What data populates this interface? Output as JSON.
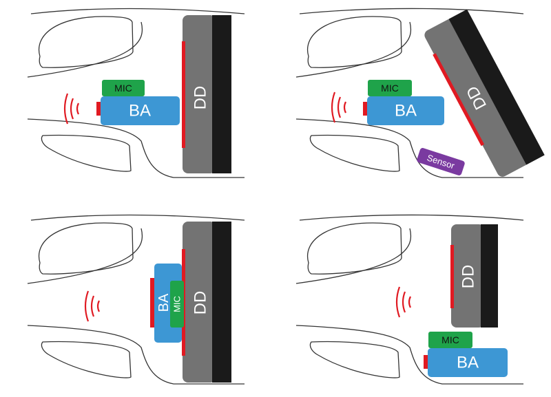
{
  "labels": {
    "mic": "MIC",
    "ba": "BA",
    "dd": "DD",
    "sensor": "Sensor"
  },
  "colors": {
    "outline": "#333333",
    "mic": "#1fa34a",
    "ba": "#3d97d4",
    "dd_body": "#737373",
    "dd_back": "#1a1a1a",
    "accent": "#e01a22",
    "sensor": "#7a3aa0",
    "text": "#ffffff",
    "mic_text": "#111111"
  }
}
